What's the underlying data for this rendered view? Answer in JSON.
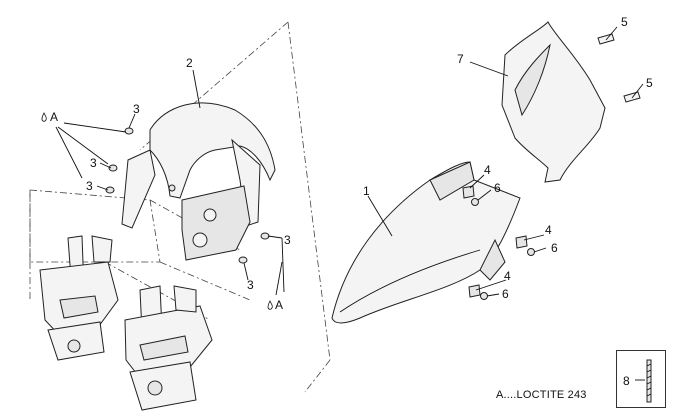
{
  "callouts": {
    "p1": "1",
    "p2": "2",
    "p3a": "3",
    "p3b": "3",
    "p3c": "3",
    "p3d": "3",
    "p3e": "3",
    "p4a": "4",
    "p4b": "4",
    "p4c": "4",
    "p5a": "5",
    "p5b": "5",
    "p6a": "6",
    "p6b": "6",
    "p6c": "6",
    "p7": "7",
    "p8": "8",
    "loctite_a1": "A",
    "loctite_a2": "A"
  },
  "legend": {
    "note": "A....LOCTITE 243"
  }
}
